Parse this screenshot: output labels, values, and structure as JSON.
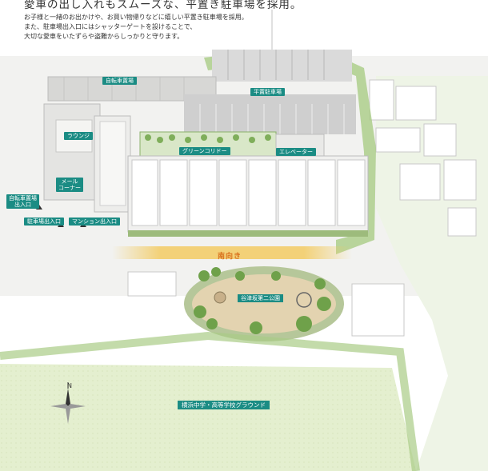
{
  "headline": "愛車の出し入れもスムーズな、平置き駐車場を採用。",
  "description": [
    "お子様と一緒のお出かけや、お買い物帰りなどに嬉しい平置き駐車場を採用。",
    "また、駐車場出入口にはシャッターゲートを設けることで、",
    "大切な愛車をいたずらや盗難からしっかりと守ります。"
  ],
  "labels": {
    "bicycle_parking": "自転車置場",
    "flat_parking": "平置駐車場",
    "lounge": "ラウンジ",
    "green_corridor": "グリーンコリドー",
    "elevator": "エレベーター",
    "mail_corner_line1": "メール",
    "mail_corner_line2": "コーナー",
    "bicycle_entrance_line1": "自転車置場",
    "bicycle_entrance_line2": "出入口",
    "parking_entrance": "駐車場出入口",
    "mansion_entrance": "マンション出入口",
    "south_facing": "南向き",
    "park": "谷津坂第二公園",
    "school_ground": "横浜中学・高等学校グラウンド",
    "compass_north": "N"
  },
  "colors": {
    "label_bg": "#1b8c84",
    "south_band": "#f3c95a",
    "south_text": "#d9731f",
    "greenery": "#8dbb6a",
    "ground": "#e4efcf"
  }
}
